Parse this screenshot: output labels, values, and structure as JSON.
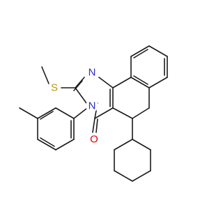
{
  "molecule": {
    "atom_labels": {
      "N1": "N",
      "N3": "N",
      "S": "S",
      "O": "O"
    },
    "colors": {
      "bond": "#1a1a1a",
      "nitrogen": "#2d2dc8",
      "sulfur": "#b89b00",
      "oxygen": "#e00000"
    }
  }
}
